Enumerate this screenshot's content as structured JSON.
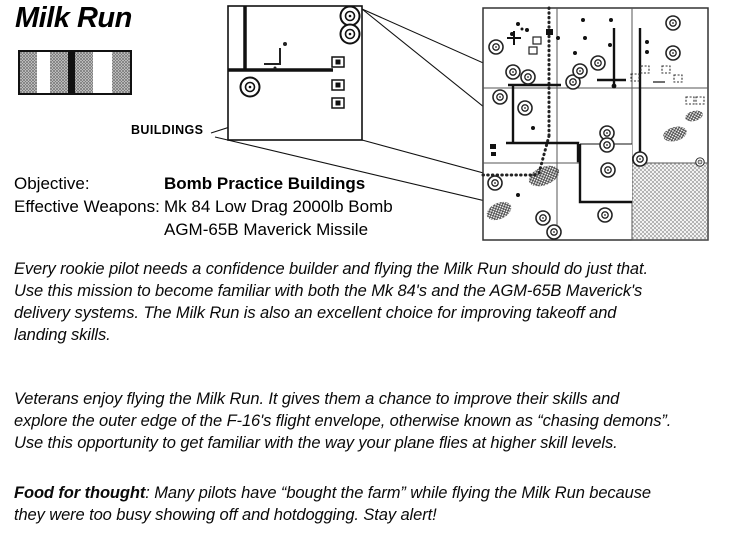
{
  "page": {
    "title": "Milk Run"
  },
  "map": {
    "buildings_label": "BUILDINGS"
  },
  "mission": {
    "objective_label": "Objective:",
    "objective_value": "Bomb Practice Buildings",
    "weapons_label": "Effective Weapons:",
    "weapons": [
      "Mk 84 Low Drag 2000lb Bomb",
      "AGM-65B Maverick Missile"
    ]
  },
  "body": {
    "p1_lines": [
      "Every rookie pilot needs a confidence builder and flying the Milk Run should do just that.",
      "Use this mission to become familiar with both the Mk 84's and the AGM-65B Maverick's",
      "delivery systems.  The Milk Run is also an excellent choice for improving takeoff and",
      "landing skills."
    ],
    "p2_lines": [
      "Veterans enjoy flying the Milk Run.  It gives them a chance to improve their skills and",
      "explore the outer edge of the F-16's flight envelope, otherwise known as “chasing demons”.",
      "Use this opportunity to get familiar with the way your plane flies at higher skill levels."
    ],
    "p3": {
      "lead": "Food for thought",
      "line1_rest": ":  Many pilots have “bought the farm” while flying the Milk Run because",
      "line2": "they were too busy showing off and hotdogging. Stay alert!"
    }
  },
  "colors": {
    "ink": "#111111",
    "hatch": "#666666",
    "paper": "#ffffff"
  }
}
